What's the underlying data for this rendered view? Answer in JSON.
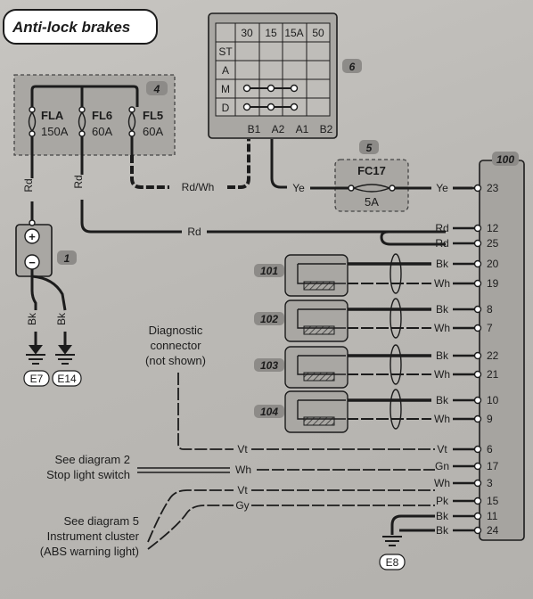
{
  "title": "Anti-lock brakes",
  "fuse_box": {
    "number": "4",
    "fuses": [
      {
        "name": "FLA",
        "rating": "150A"
      },
      {
        "name": "FL6",
        "rating": "60A"
      },
      {
        "name": "FL5",
        "rating": "60A"
      }
    ]
  },
  "ignition_switch": {
    "number": "6",
    "columns": [
      "30",
      "15",
      "15A",
      "50"
    ],
    "rows": [
      "ST",
      "A",
      "M",
      "D"
    ],
    "terminals": [
      "B1",
      "A2",
      "A1",
      "B2"
    ]
  },
  "fuse_fc17": {
    "number": "5",
    "name": "FC17",
    "rating": "5A"
  },
  "battery": {
    "number": "1",
    "plus": "+",
    "minus": "−"
  },
  "grounds": [
    "E7",
    "E14",
    "E8"
  ],
  "ecu_number": "100",
  "sensors": [
    "101",
    "102",
    "103",
    "104"
  ],
  "wires": {
    "rd": "Rd",
    "rd_wh": "Rd/Wh",
    "ye": "Ye",
    "bk": "Bk",
    "wh": "Wh",
    "vt": "Vt",
    "gn": "Gn",
    "pk": "Pk",
    "gy": "Gy"
  },
  "ecu_pins": [
    "23",
    "12",
    "25",
    "20",
    "19",
    "8",
    "7",
    "22",
    "21",
    "10",
    "9",
    "6",
    "17",
    "3",
    "15",
    "11",
    "24"
  ],
  "notes": {
    "diagnostic_1": "Diagnostic",
    "diagnostic_2": "connector",
    "diagnostic_3": "(not shown)",
    "stop_1": "See diagram 2",
    "stop_2": "Stop light switch",
    "cluster_1": "See diagram 5",
    "cluster_2": "Instrument cluster",
    "cluster_3": "(ABS warning light)"
  },
  "colors": {
    "wire": "#1c1c1c",
    "box_fill": "#a9a7a3",
    "label_fill": "#8d8b88",
    "ecu_fill": "#a6a4a0"
  }
}
